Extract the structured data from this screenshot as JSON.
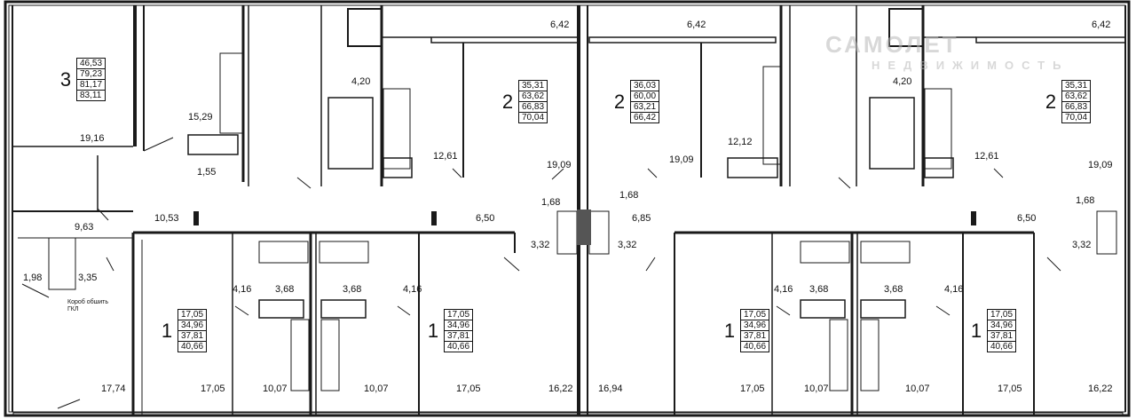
{
  "watermark": {
    "line1": "САМОЛЕТ",
    "line2": "НЕДВИЖИМОСТЬ"
  },
  "apartments": [
    {
      "id": "apt-3a",
      "rooms": "3",
      "areas": [
        "46,53",
        "79,23",
        "81,17",
        "83,11"
      ]
    },
    {
      "id": "apt-2a",
      "rooms": "2",
      "areas": [
        "35,31",
        "63,62",
        "66,83",
        "70,04"
      ]
    },
    {
      "id": "apt-2b",
      "rooms": "2",
      "areas": [
        "36,03",
        "60,00",
        "63,21",
        "66,42"
      ]
    },
    {
      "id": "apt-2c",
      "rooms": "2",
      "areas": [
        "35,31",
        "63,62",
        "66,83",
        "70,04"
      ]
    },
    {
      "id": "apt-1a",
      "rooms": "1",
      "areas": [
        "17,05",
        "34,96",
        "37,81",
        "40,66"
      ]
    },
    {
      "id": "apt-1b",
      "rooms": "1",
      "areas": [
        "17,05",
        "34,96",
        "37,81",
        "40,66"
      ]
    },
    {
      "id": "apt-1c",
      "rooms": "1",
      "areas": [
        "17,05",
        "34,96",
        "37,81",
        "40,66"
      ]
    },
    {
      "id": "apt-1d",
      "rooms": "1",
      "areas": [
        "17,05",
        "34,96",
        "37,81",
        "40,66"
      ]
    }
  ],
  "room_areas": [
    "6,42",
    "6,42",
    "6,42",
    "4,20",
    "4,20",
    "15,29",
    "19,16",
    "1,55",
    "12,61",
    "19,09",
    "19,09",
    "12,12",
    "12,61",
    "19,09",
    "9,63",
    "10,53",
    "1,68",
    "1,68",
    "1,68",
    "6,50",
    "6,85",
    "6,50",
    "3,32",
    "3,32",
    "3,32",
    "1,98",
    "3,35",
    "4,16",
    "3,68",
    "3,68",
    "4,16",
    "4,16",
    "3,68",
    "3,68",
    "4,16",
    "17,74",
    "17,05",
    "10,07",
    "10,07",
    "17,05",
    "16,22",
    "16,94",
    "17,05",
    "10,07",
    "10,07",
    "17,05",
    "16,22"
  ],
  "note": "Короб обшить ГКЛ"
}
